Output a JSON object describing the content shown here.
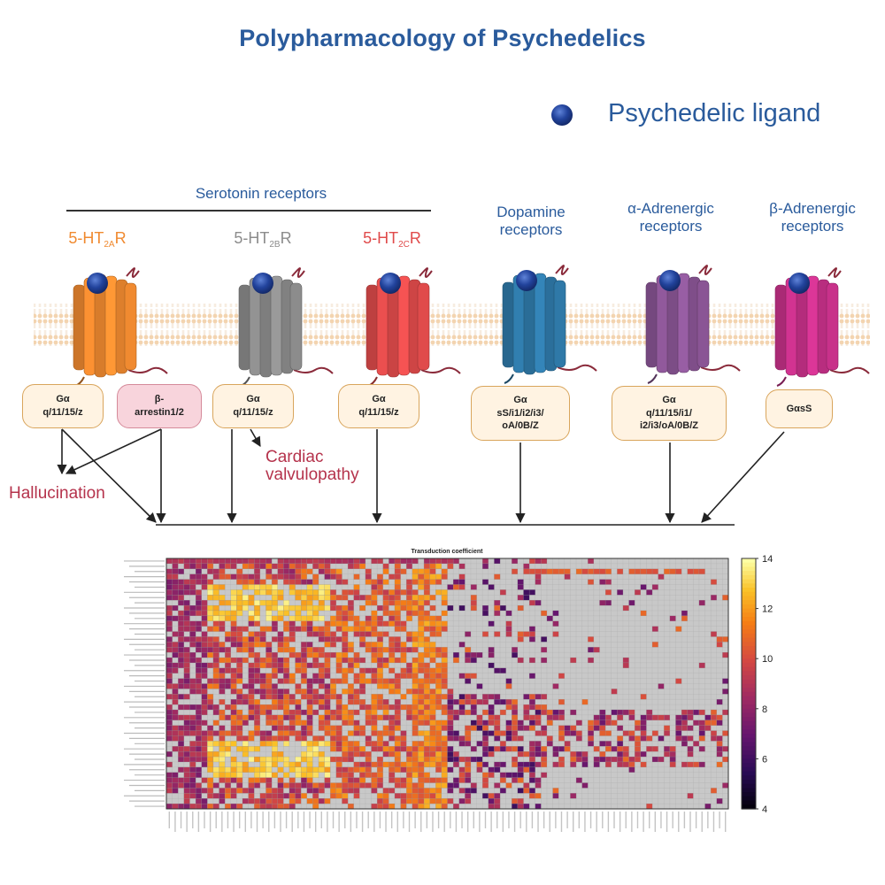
{
  "title": "Polypharmacology of Psychedelics",
  "legend": {
    "label": "Psychedelic ligand",
    "color": "#1f3f99"
  },
  "serotonin_group": "Serotonin receptors",
  "groups": [
    {
      "name": "Dopamine receptors",
      "lines": [
        "Dopamine",
        "receptors"
      ]
    },
    {
      "name": "α-Adrenergic receptors",
      "lines": [
        "α-Adrenergic",
        "receptors"
      ]
    },
    {
      "name": "β-Adrenergic receptors",
      "lines": [
        "β-Adrenergic",
        "receptors"
      ]
    }
  ],
  "receptors": [
    {
      "id": "ht2a",
      "prefix": "5-HT",
      "sub": "2A",
      "suffix": "R",
      "color": "#f08a30"
    },
    {
      "id": "ht2b",
      "prefix": "5-HT",
      "sub": "2B",
      "suffix": "R",
      "color": "#8c8c8c"
    },
    {
      "id": "ht2c",
      "prefix": "5-HT",
      "sub": "2C",
      "suffix": "R",
      "color": "#e04b4b"
    },
    {
      "id": "dopamine",
      "color": "#2f79a8"
    },
    {
      "id": "alpha",
      "color": "#8a5595"
    },
    {
      "id": "beta",
      "color": "#c8318a"
    }
  ],
  "effectors": [
    {
      "id": "ht2a-gq",
      "lines": [
        "Gα",
        "q/11/15/z"
      ]
    },
    {
      "id": "ht2a-arrestin",
      "lines": [
        "β-",
        "arrestin1/2"
      ]
    },
    {
      "id": "ht2b-gq",
      "lines": [
        "Gα",
        "q/11/15/z"
      ]
    },
    {
      "id": "ht2c-gq",
      "lines": [
        "Gα",
        "q/11/15/z"
      ]
    },
    {
      "id": "dopamine-g",
      "lines": [
        "Gα",
        "sS/i1/i2/i3/",
        "oA/0B/Z"
      ]
    },
    {
      "id": "alpha-g",
      "lines": [
        "Gα",
        "q/11/15/i1/",
        "i2/i3/oA/0B/Z"
      ]
    },
    {
      "id": "beta-g",
      "lines": [
        "GαsS"
      ]
    }
  ],
  "outcomes": {
    "hallucination": "Hallucination",
    "cardiac": [
      "Cardiac",
      "valvulopathy"
    ]
  },
  "chart_data": {
    "type": "heatmap",
    "title": "Transduction coefficient",
    "colorbar": {
      "min": 4,
      "max": 14,
      "ticks": [
        4,
        6,
        8,
        10,
        12,
        14
      ],
      "colormap": "inferno"
    },
    "missing_color": "#c8c8c8"
  }
}
